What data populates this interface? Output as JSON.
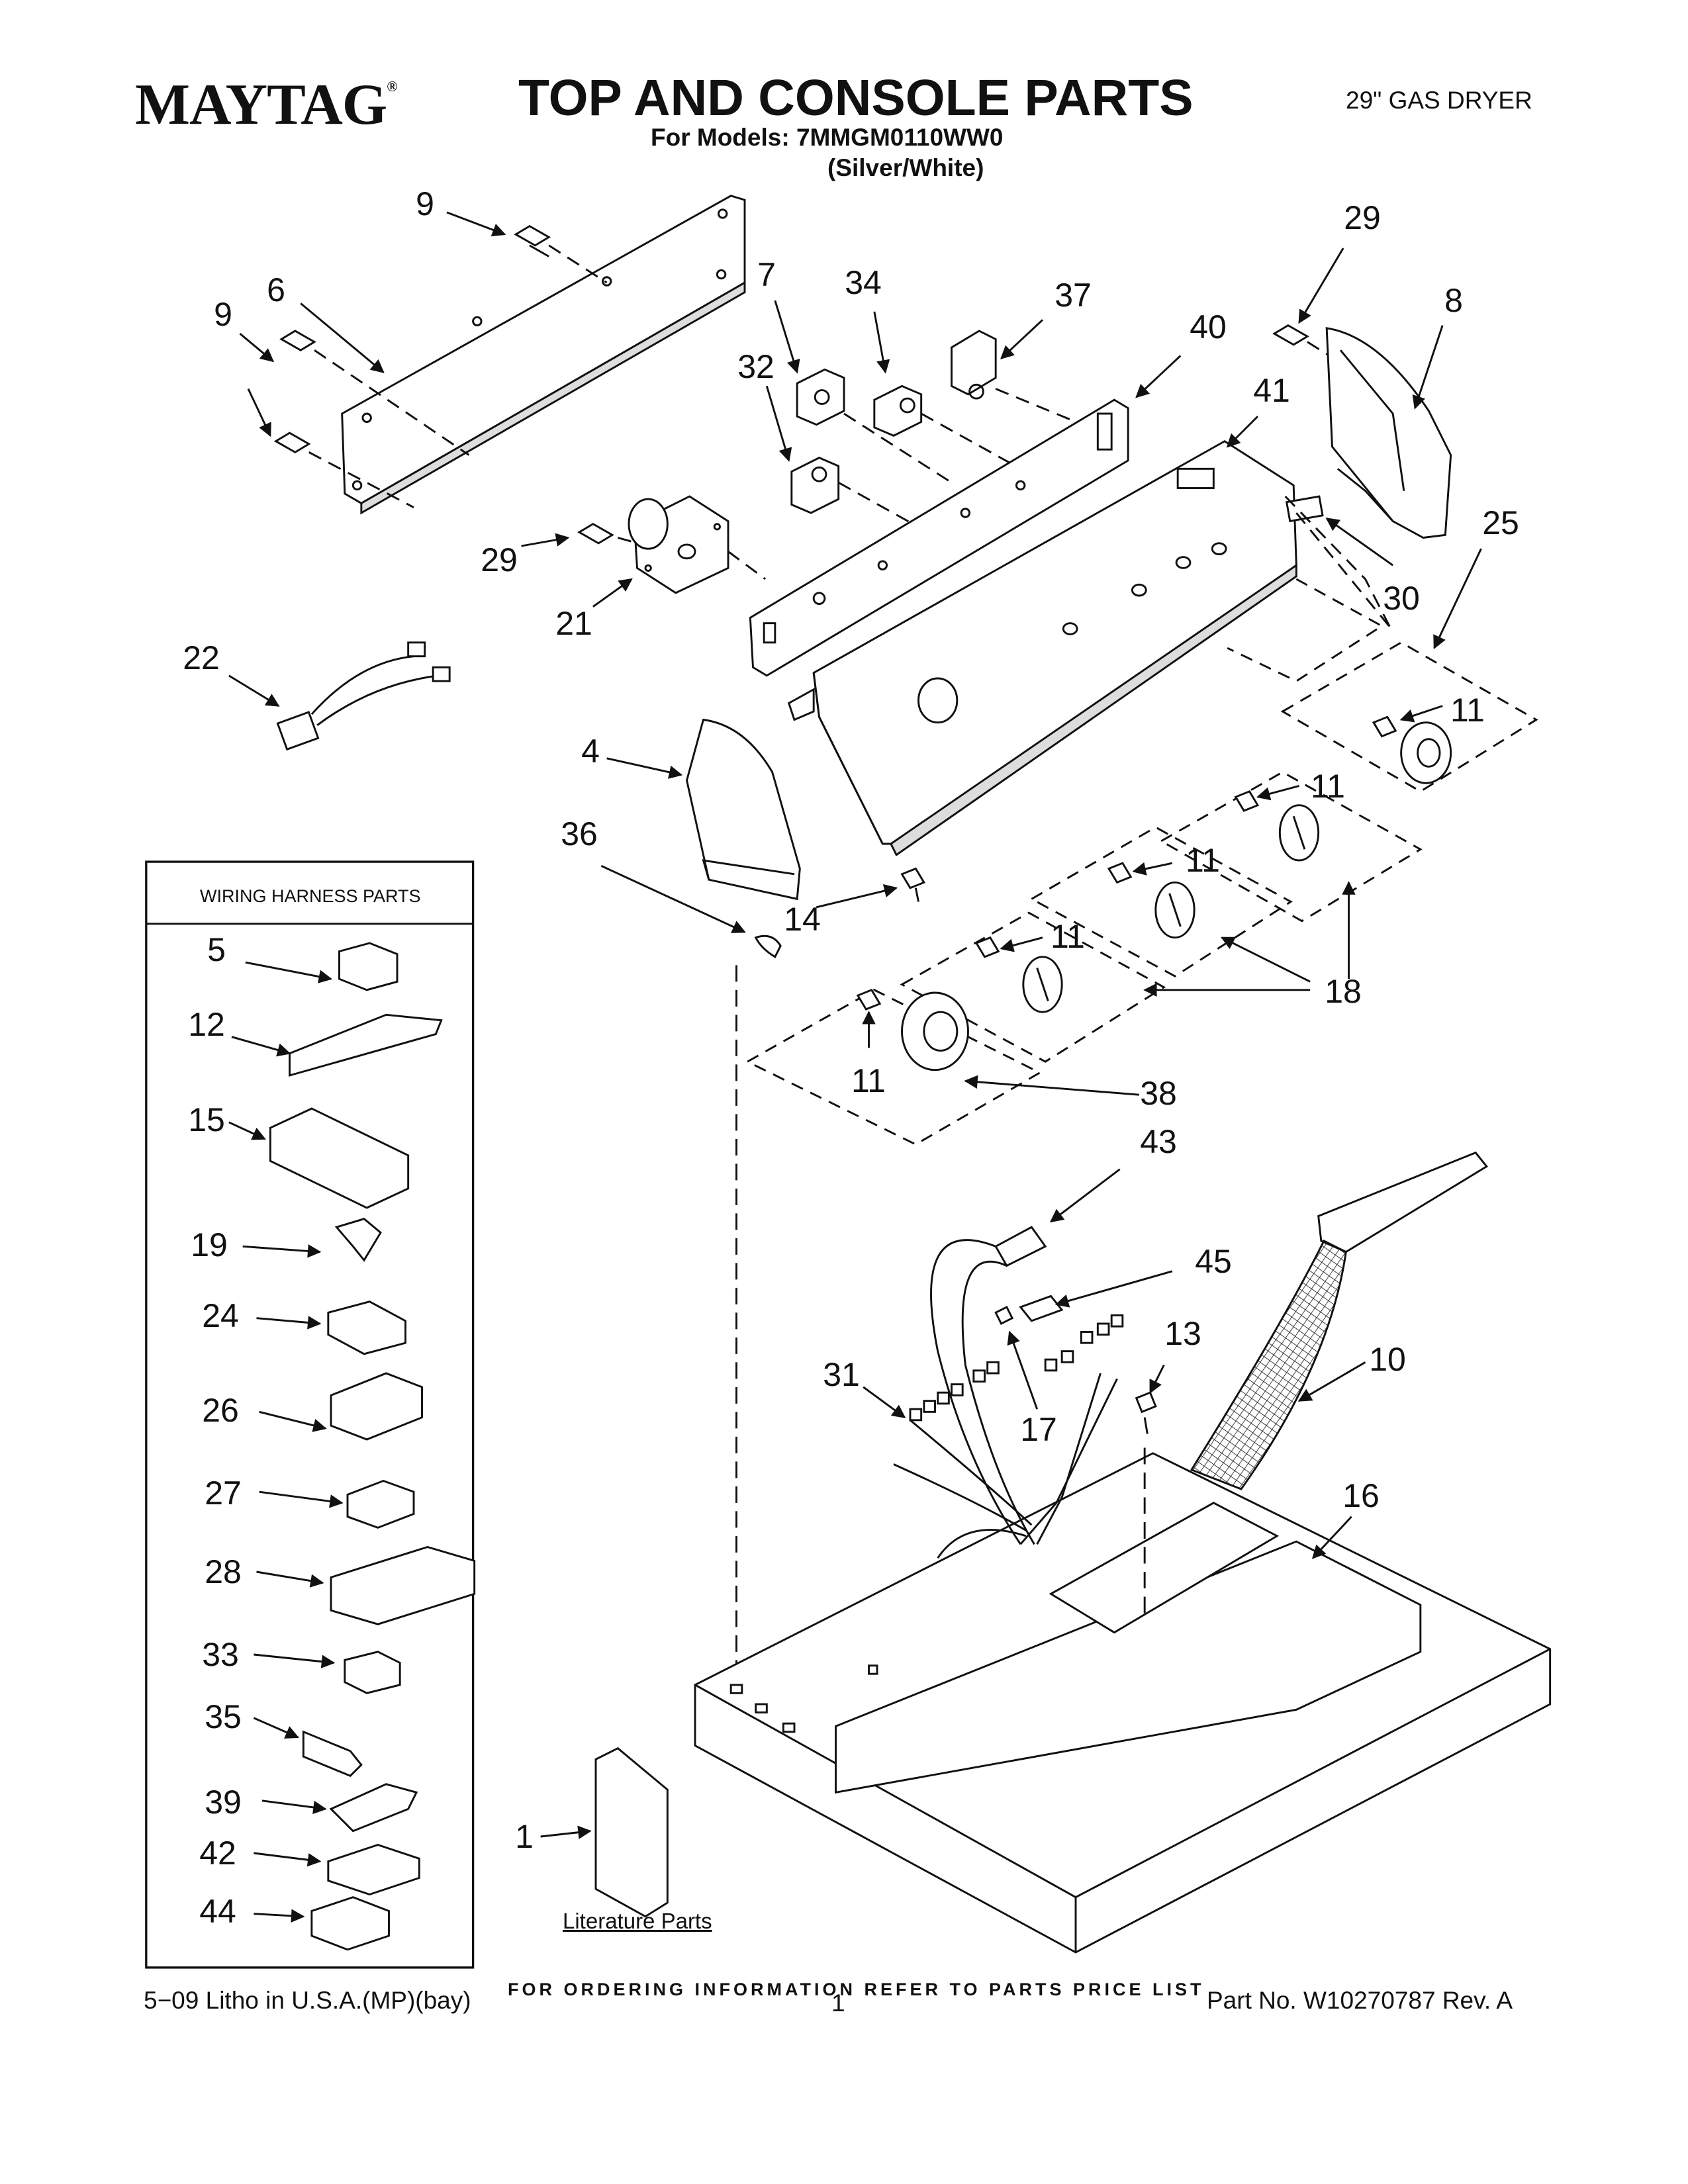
{
  "header": {
    "brand": "MAYTAG",
    "brand_mark": "®",
    "title": "TOP AND CONSOLE PARTS",
    "models_line": "For Models: 7MMGM0110WW0",
    "color_line": "(Silver/White)",
    "product": "29\" GAS DRYER"
  },
  "inset": {
    "title": "WIRING HARNESS PARTS"
  },
  "literature_label": "Literature Parts",
  "callouts": {
    "c9a": "9",
    "c6": "6",
    "c9b": "9",
    "c29a": "29",
    "c21": "21",
    "c7": "7",
    "c34": "34",
    "c37": "37",
    "c32": "32",
    "c40": "40",
    "c41": "41",
    "c29b": "29",
    "c8": "8",
    "c25": "25",
    "c30": "30",
    "c22": "22",
    "c4": "4",
    "c36": "36",
    "c14": "14",
    "c11a": "11",
    "c11b": "11",
    "c11c": "11",
    "c11d": "11",
    "c11e": "11",
    "c18": "18",
    "c38": "38",
    "c43": "43",
    "c45": "45",
    "c13": "13",
    "c10": "10",
    "c31": "31",
    "c17": "17",
    "c16": "16",
    "c1": "1",
    "c5": "5",
    "c12": "12",
    "c15": "15",
    "c19": "19",
    "c24": "24",
    "c26": "26",
    "c27": "27",
    "c28": "28",
    "c33": "33",
    "c35": "35",
    "c39": "39",
    "c42": "42",
    "c44": "44"
  },
  "footer": {
    "ordering": "FOR ORDERING INFORMATION REFER TO PARTS PRICE LIST",
    "litho": "5−09 Litho in U.S.A.(MP)(bay)",
    "page": "1",
    "part_no": "Part No. W10270787 Rev. A"
  }
}
